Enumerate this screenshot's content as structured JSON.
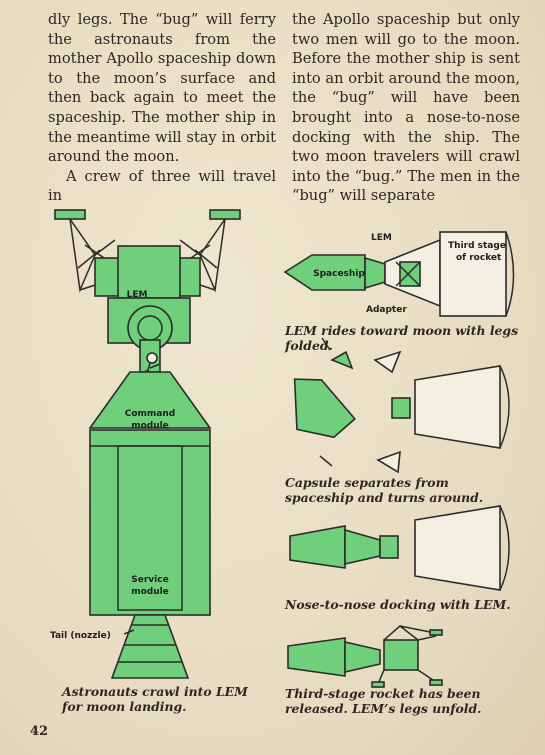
{
  "text": {
    "left": [
      "dly legs. The “bug” will ferry the astronauts from the mother Apollo spaceship down to the moon’s surface and then back again to meet the spaceship. The mother ship in the meantime will stay in orbit around the moon.",
      "A crew of three will travel in"
    ],
    "right": [
      "the Apollo spaceship but only two men will go to the moon. Before the mother ship is sent into an orbit around the moon, the “bug” will have been brought into a nose-to-nose docking with the ship. The two moon travelers will crawl into the “bug.” The men in the “bug” will separate"
    ]
  },
  "labels": {
    "lem": "LEM",
    "command_module_1": "Command",
    "command_module_2": "module",
    "service_module_1": "Service",
    "service_module_2": "module",
    "tail": "Tail (nozzle)",
    "lem_top": "LEM",
    "spaceship": "Spaceship",
    "third_stage_1": "Third stage",
    "third_stage_2": "of rocket",
    "adapter": "Adapter"
  },
  "captions": {
    "big": "Astronauts crawl into LEM for moon landing.",
    "c1": "LEM rides toward moon with legs folded.",
    "c2": "Capsule separates from spaceship and turns around.",
    "c3": "Nose-to-nose docking with LEM.",
    "c4": "Third-stage rocket has been released. LEM’s legs unfold."
  },
  "page_number": "42",
  "colors": {
    "green": "#6fcf7a",
    "paper": "#e9dfc6",
    "ink": "#2b2622"
  }
}
